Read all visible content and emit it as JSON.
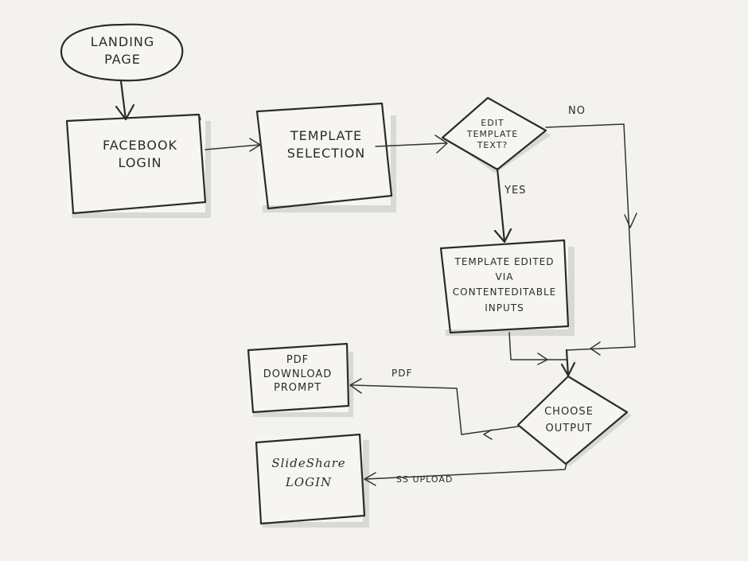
{
  "nodes": {
    "landing": "LANDING PAGE",
    "facebook_login": "FACEBOOK LOGIN",
    "template_selection": "TEMPLATE SELECTION",
    "edit_decision": "EDIT TEMPLATE TEXT?",
    "template_edited": "TEMPLATE EDITED VIA CONTENTEDITABLE INPUTS",
    "choose_output": "CHOOSE OUTPUT",
    "pdf_prompt": "PDF DOWNLOAD PROMPT",
    "slideshare_login": "SlideShare LOGIN"
  },
  "edges": {
    "no": "NO",
    "yes": "YES",
    "pdf": "PDF",
    "ss_upload": "SS UPLOAD"
  }
}
